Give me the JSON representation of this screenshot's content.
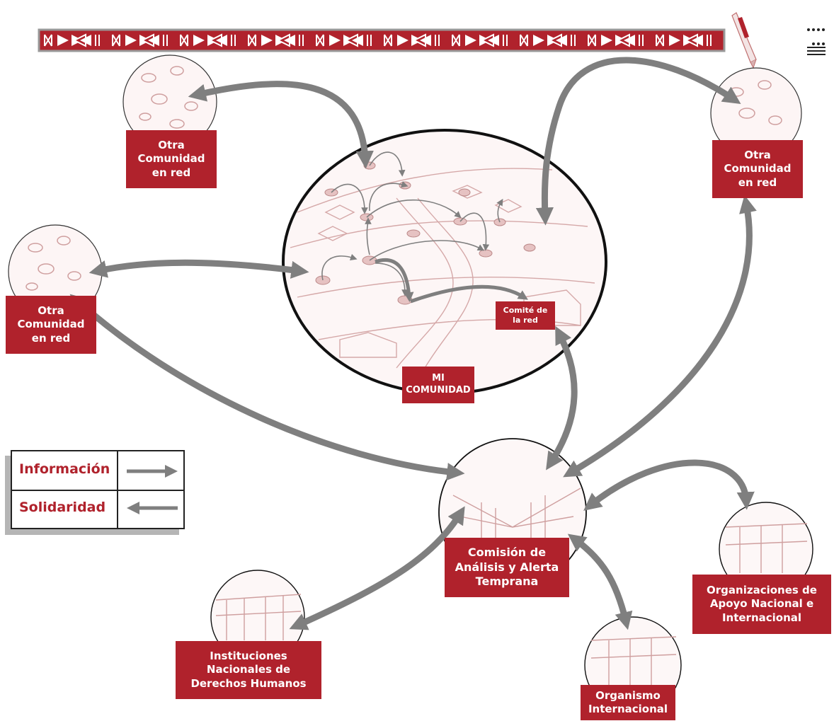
{
  "colors": {
    "accent": "#b0222c",
    "arrow": "#7f7f7f",
    "border": "#222222"
  },
  "nodes": {
    "mi_comunidad": "MI\nCOMUNIDAD",
    "comite": "Comité de\nla red",
    "otra_top_left": "Otra\nComunidad\nen red",
    "otra_left": "Otra\nComunidad\nen red",
    "otra_right": "Otra\nComunidad\nen red",
    "comision": "Comisión de\nAnálisis y Alerta\nTemprana",
    "instituciones": "Instituciones\nNacionales de\nDerechos Humanos",
    "organismo": "Organismo\nInternacional",
    "organizaciones": "Organizaciones de\nApoyo Nacional e\nInternacional"
  },
  "legend": {
    "informacion": "Información",
    "solidaridad": "Solidaridad",
    "informacion_icon": "arrow-right-icon",
    "solidaridad_icon": "arrow-left-icon"
  },
  "decor": {
    "banner": "patterned-banner",
    "pen": "pen-icon",
    "corner": "dotted-lines-icon"
  }
}
